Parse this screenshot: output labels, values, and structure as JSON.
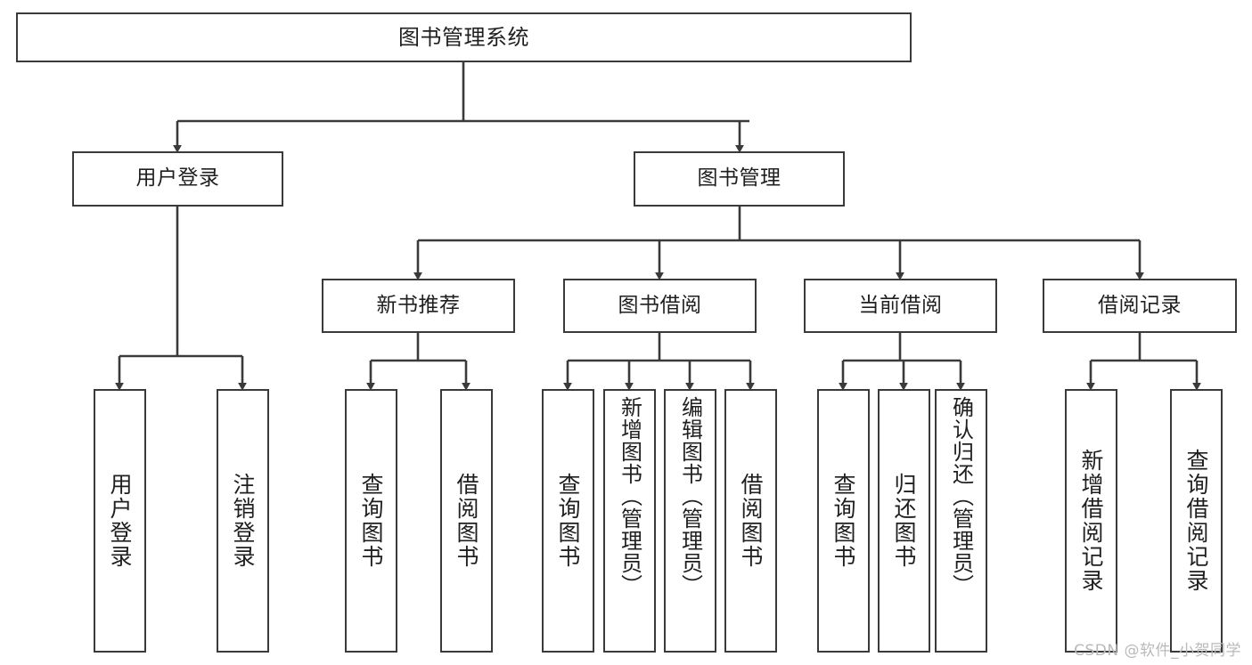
{
  "diagram": {
    "title": "图书管理系统",
    "type": "tree-hierarchy",
    "watermark": "CSDN @软件_小贺同学",
    "colors": {
      "box_border": "#3a3a3a",
      "box_fill": "#ffffff",
      "connector": "#3a3a3a",
      "text": "#1f1f1f",
      "watermark": "#b9b9b9"
    },
    "nodes": {
      "root": {
        "label": "图书管理系统"
      },
      "level2": [
        {
          "id": "user-login",
          "label": "用户登录"
        },
        {
          "id": "book-management",
          "label": "图书管理"
        }
      ],
      "level3": [
        {
          "id": "new-book-recommend",
          "label": "新书推荐"
        },
        {
          "id": "book-borrow",
          "label": "图书借阅"
        },
        {
          "id": "current-borrow",
          "label": "当前借阅"
        },
        {
          "id": "borrow-record",
          "label": "借阅记录"
        }
      ],
      "leaves": {
        "user_login": [
          {
            "id": "leaf-user-login",
            "label": "用户登录"
          },
          {
            "id": "leaf-logout-login",
            "label": "注销登录"
          }
        ],
        "new_book_recommend": [
          {
            "id": "leaf-query-book-1",
            "label": "查询图书"
          },
          {
            "id": "leaf-borrow-book-1",
            "label": "借阅图书"
          }
        ],
        "book_borrow": [
          {
            "id": "leaf-query-book-2",
            "label": "查询图书"
          },
          {
            "id": "leaf-add-book",
            "label": "新增图书（管理员）"
          },
          {
            "id": "leaf-edit-book",
            "label": "编辑图书（管理员）"
          },
          {
            "id": "leaf-borrow-book-2",
            "label": "借阅图书"
          }
        ],
        "current_borrow": [
          {
            "id": "leaf-query-book-3",
            "label": "查询图书"
          },
          {
            "id": "leaf-return-book",
            "label": "归还图书"
          },
          {
            "id": "leaf-confirm-return",
            "label": "确认归还（管理员）"
          }
        ],
        "borrow_record": [
          {
            "id": "leaf-add-borrow-record",
            "label": "新增借阅记录"
          },
          {
            "id": "leaf-query-borrow-record",
            "label": "查询借阅记录"
          }
        ]
      }
    }
  }
}
